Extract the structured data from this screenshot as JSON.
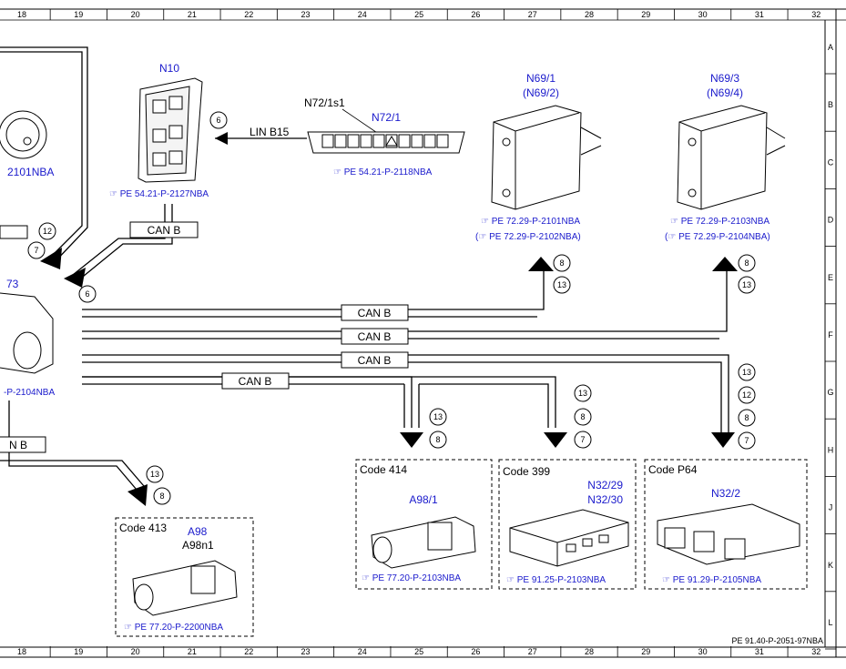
{
  "ruler": {
    "columns": [
      "18",
      "19",
      "20",
      "21",
      "22",
      "23",
      "24",
      "25",
      "26",
      "27",
      "28",
      "29",
      "30",
      "31",
      "32"
    ],
    "rows": [
      "A",
      "B",
      "C",
      "D",
      "E",
      "F",
      "G",
      "H",
      "J",
      "K",
      "L"
    ]
  },
  "document_id": "PE 91.40-P-2051-97NBA",
  "components": {
    "n10": {
      "name": "N10",
      "ref": "PE 54.21-P-2127NBA"
    },
    "n72": {
      "name": "N72/1",
      "sub": "N72/1s1",
      "ref": "PE 54.21-P-2118NBA"
    },
    "n69_1": {
      "name": "N69/1",
      "alt": "(N69/2)",
      "ref1": "PE 72.29-P-2101NBA",
      "ref2": "PE 72.29-P-2102NBA)"
    },
    "n69_3": {
      "name": "N69/3",
      "alt": "(N69/4)",
      "ref1": "PE 72.29-P-2103NBA",
      "ref2": "PE 72.29-P-2104NBA)"
    },
    "left_partial": {
      "ref_top": "2101NBA",
      "name": "73",
      "ref_bottom": "-P-2104NBA",
      "can_partial": "N B"
    },
    "a98": {
      "code": "Code 413",
      "name": "A98",
      "sub": "A98n1",
      "ref": "PE 77.20-P-2200NBA"
    },
    "a98_1": {
      "code": "Code 414",
      "name": "A98/1",
      "ref": "PE 77.20-P-2103NBA"
    },
    "n32_29": {
      "code": "Code 399",
      "name": "N32/29",
      "alt": "N32/30",
      "ref": "PE 91.25-P-2103NBA"
    },
    "n32_2": {
      "code": "Code P64",
      "name": "N32/2",
      "ref": "PE 91.29-P-2105NBA"
    }
  },
  "bus_labels": {
    "can_b": "CAN B",
    "lin_b15": "LIN B15"
  },
  "callouts": {
    "n10_6": "6",
    "left_12": "12",
    "left_7": "7",
    "left_6": "6",
    "n69_1": [
      "8",
      "13"
    ],
    "n69_3": [
      "8",
      "13"
    ],
    "a98_1": [
      "13",
      "8"
    ],
    "n32_29": [
      "13",
      "8",
      "7"
    ],
    "n32_2": [
      "13",
      "12",
      "8",
      "7"
    ],
    "a98": [
      "13",
      "8"
    ]
  },
  "ref_symbol": "☞",
  "ref_paren": "("
}
